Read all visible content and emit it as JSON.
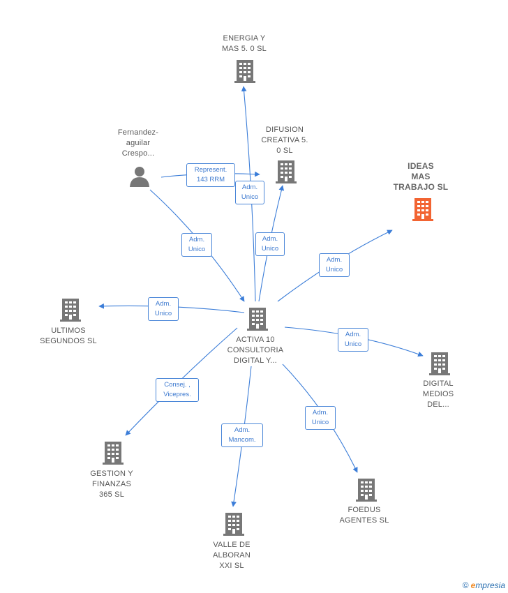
{
  "colors": {
    "edge": "#3b7dd8",
    "building": "#777777",
    "building_highlight": "#f26432",
    "person": "#777777"
  },
  "nodes": {
    "energia": {
      "label": "ENERGIA Y\nMAS 5. 0  SL",
      "icon": "building-icon"
    },
    "difusion": {
      "label": "DIFUSION\nCREATIVA 5.\n0  SL",
      "icon": "building-icon"
    },
    "ideas": {
      "label": "IDEAS\nMAS\nTRABAJO  SL",
      "icon": "building-icon",
      "highlighted": true
    },
    "fernandez": {
      "label": "Fernandez-\naguilar\nCrespo...",
      "icon": "person-icon"
    },
    "ultimos": {
      "label": "ULTIMOS\nSEGUNDOS  SL",
      "icon": "building-icon"
    },
    "activa": {
      "label": "ACTIVA 10\nCONSULTORIA\nDIGITAL Y...",
      "icon": "building-icon"
    },
    "digital": {
      "label": "DIGITAL\nMEDIOS\nDEL...",
      "icon": "building-icon"
    },
    "gestion": {
      "label": "GESTION Y\nFINANZAS\n365  SL",
      "icon": "building-icon"
    },
    "foedus": {
      "label": "FOEDUS\nAGENTES  SL",
      "icon": "building-icon"
    },
    "valle": {
      "label": "VALLE DE\nALBORAN\nXXI  SL",
      "icon": "building-icon"
    }
  },
  "edges": {
    "e1": {
      "label": "Represent.\n143 RRM"
    },
    "e2": {
      "label": "Adm.\nUnico"
    },
    "e3": {
      "label": "Adm.\nUnico"
    },
    "e4": {
      "label": "Adm.\nUnico"
    },
    "e5": {
      "label": "Adm.\nUnico"
    },
    "e6": {
      "label": "Adm.\nUnico"
    },
    "e7": {
      "label": "Adm.\nUnico"
    },
    "e8": {
      "label": "Consej. ,\nVicepres."
    },
    "e9": {
      "label": "Adm.\nMancom."
    },
    "e10": {
      "label": "Adm.\nUnico"
    }
  },
  "watermark": {
    "copyright": "©",
    "brand_initial": "e",
    "brand_rest": "mpresia"
  }
}
